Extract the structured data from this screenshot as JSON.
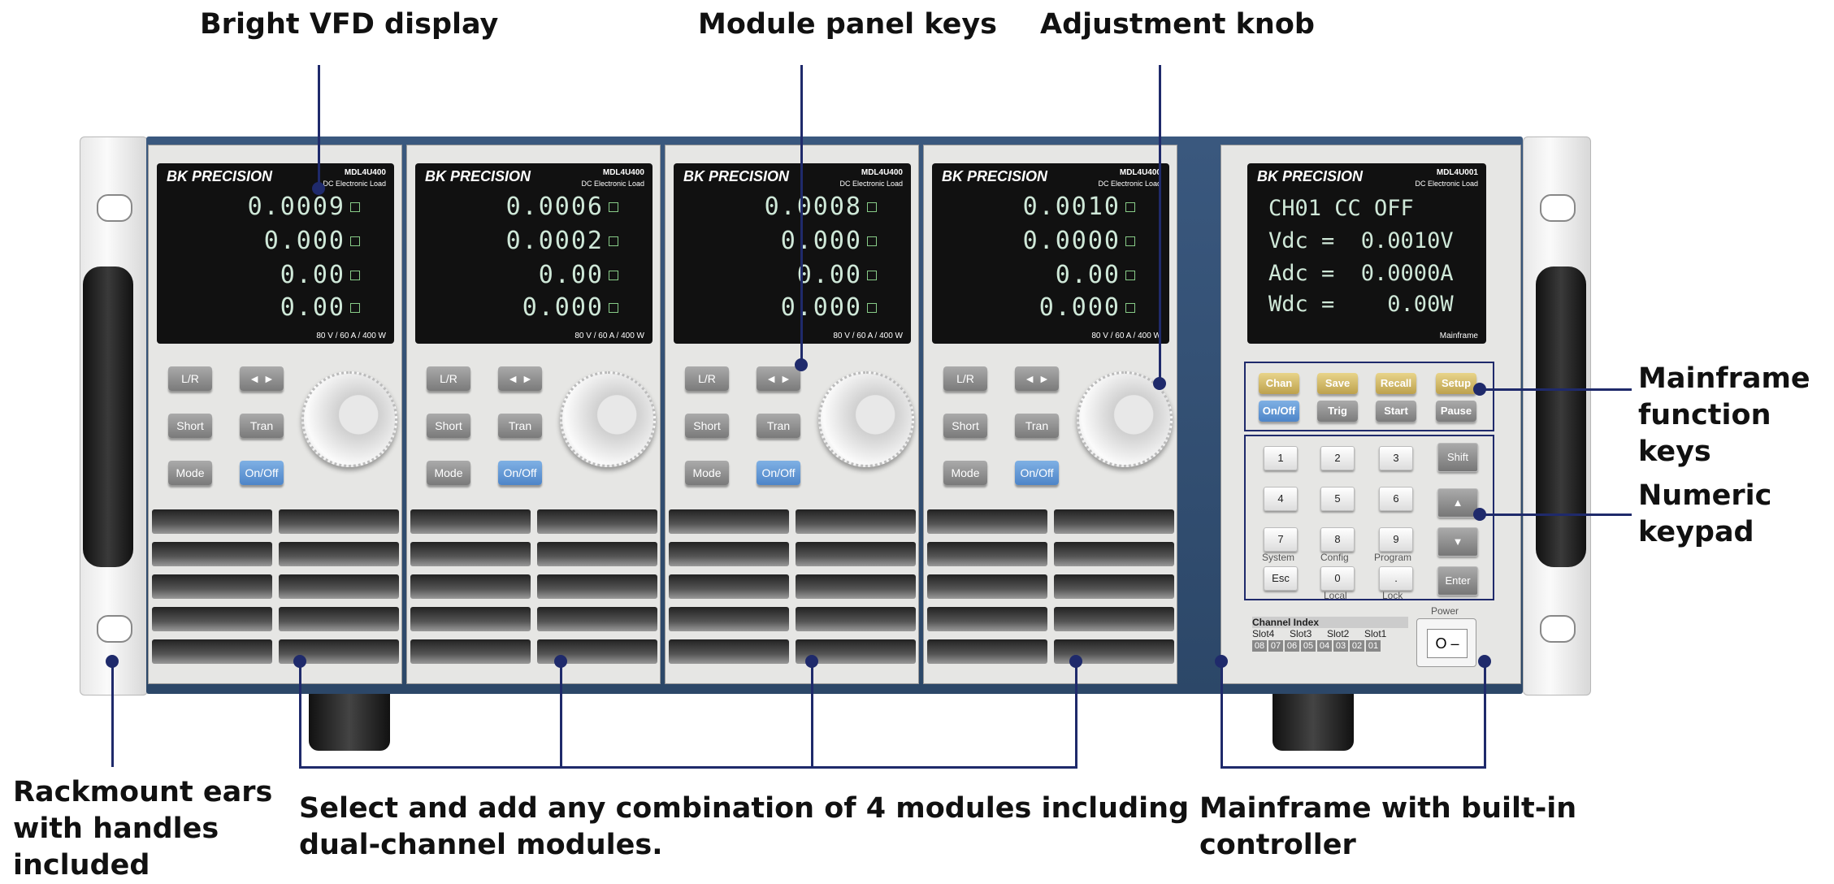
{
  "callouts": {
    "vfd_display": "Bright VFD display",
    "module_keys": "Module panel keys",
    "knob": "Adjustment knob",
    "mainframe_keys": "Mainframe\nfunction keys",
    "keypad": "Numeric\nkeypad",
    "ears": "Rackmount ears\nwith handles\nincluded",
    "modules": "Select and add any combination of 4 modules including\ndual-channel modules.",
    "mainframe": "Mainframe with built-in\ncontroller"
  },
  "brand": "BK PRECISION",
  "module_model": "MDL4U400",
  "module_subtitle": "DC Electronic Load",
  "module_rating": "80 V / 60 A / 400 W",
  "modules": [
    {
      "readings": [
        "0.0009",
        "0.000",
        "0.00",
        "0.00"
      ]
    },
    {
      "readings": [
        "0.0006",
        "0.0002",
        "0.00",
        "0.000"
      ]
    },
    {
      "readings": [
        "0.0008",
        "0.000",
        "0.00",
        "0.000"
      ]
    },
    {
      "readings": [
        "0.0010",
        "0.0000",
        "0.00",
        "0.000"
      ]
    }
  ],
  "module_keys": {
    "lr": "L/R",
    "arrows": "◄ ►",
    "short": "Short",
    "tran": "Tran",
    "mode": "Mode",
    "onoff": "On/Off"
  },
  "mainframe": {
    "model": "MDL4U001",
    "subtitle": "DC Electronic Load",
    "footer": "Mainframe",
    "display_lines": [
      "CH01 CC OFF",
      "Vdc =  0.0010V",
      "Adc =  0.0000A",
      "Wdc =    0.00W"
    ],
    "fkeys_row1": [
      "Chan",
      "Save",
      "Recall",
      "Setup"
    ],
    "fkeys_row2": [
      "On/Off",
      "Trig",
      "Start",
      "Pause"
    ],
    "keypad": [
      "1",
      "2",
      "3",
      "4",
      "5",
      "6",
      "7",
      "8",
      "9",
      "Esc",
      "0",
      "."
    ],
    "keypad_labels": [
      "System",
      "Config",
      "Program",
      "Local",
      "Lock"
    ],
    "side_keys": [
      "Shift",
      "▲",
      "▼",
      "Enter"
    ],
    "channel_index_title": "Channel Index",
    "slots": [
      "Slot4",
      "Slot3",
      "Slot2",
      "Slot1"
    ],
    "channels": [
      "08",
      "07",
      "06",
      "05",
      "04",
      "03",
      "02",
      "01"
    ],
    "power_label": "Power",
    "power_switch": "O –"
  },
  "colors": {
    "leader": "#1f2a6b",
    "rack": "#2f4a6d",
    "vfd_text": "#cfe8d8"
  }
}
